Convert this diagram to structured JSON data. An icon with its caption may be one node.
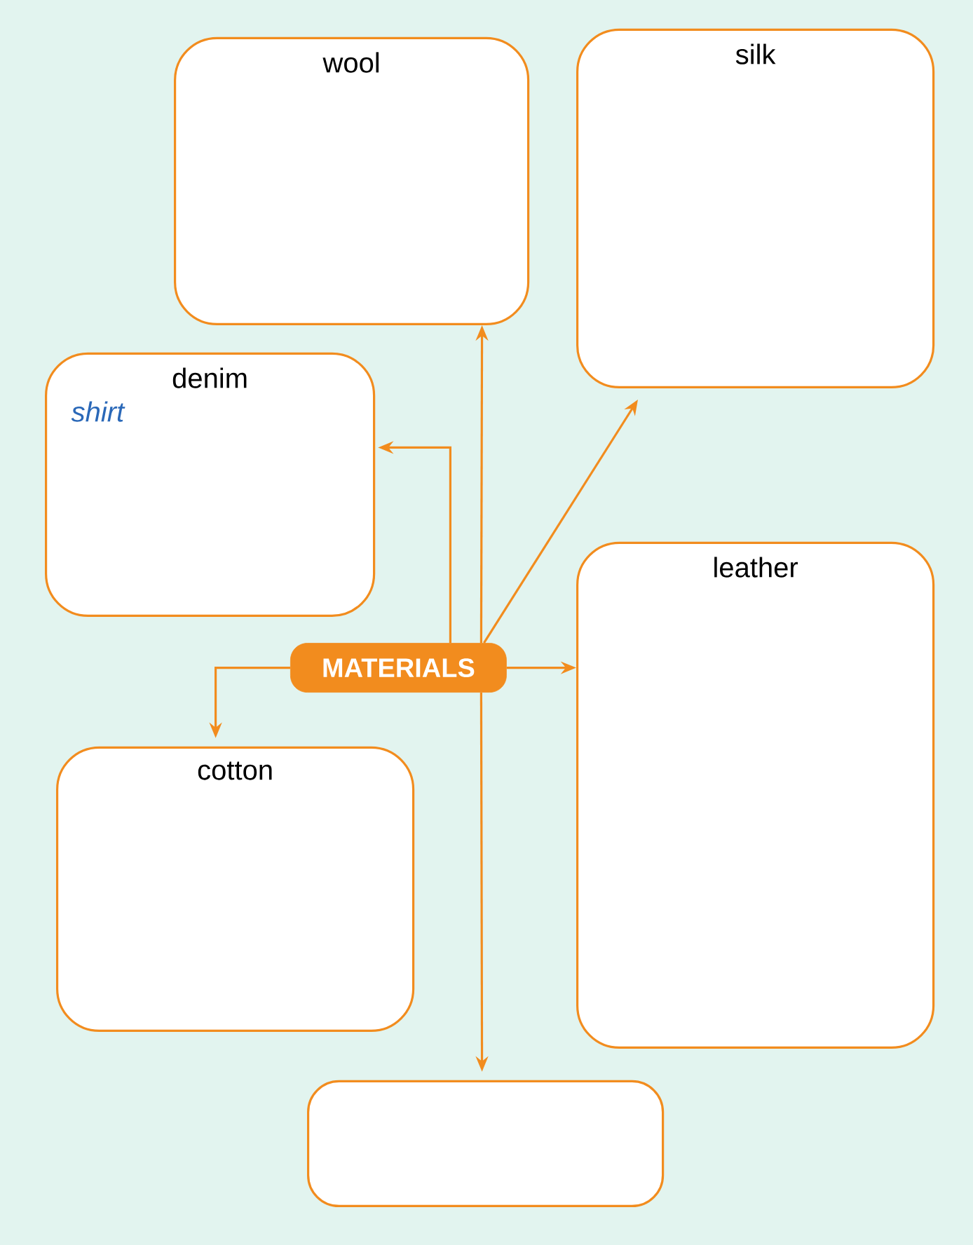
{
  "diagram": {
    "nodes": [
      {
        "text": [
          "wool"
        ]
      },
      {
        "text": [
          "silk"
        ]
      },
      {
        "text": [
          "denim",
          "shirt"
        ]
      },
      {
        "text": [
          "leather"
        ]
      },
      {
        "text": [
          "MATERIALS"
        ]
      },
      {
        "text": [
          "cotton"
        ]
      },
      {
        "text": [],
        "shape": "box"
      }
    ],
    "edges": [
      {
        "from": 4,
        "to": 0,
        "arrow": "to"
      },
      {
        "from": 4,
        "to": 1,
        "arrow": "to"
      },
      {
        "from": 4,
        "to": 2,
        "arrow": "to"
      },
      {
        "from": 4,
        "to": 3,
        "arrow": "to"
      },
      {
        "from": 4,
        "to": 5,
        "arrow": "to"
      },
      {
        "from": 4,
        "to": 6,
        "arrow": "to"
      }
    ]
  }
}
